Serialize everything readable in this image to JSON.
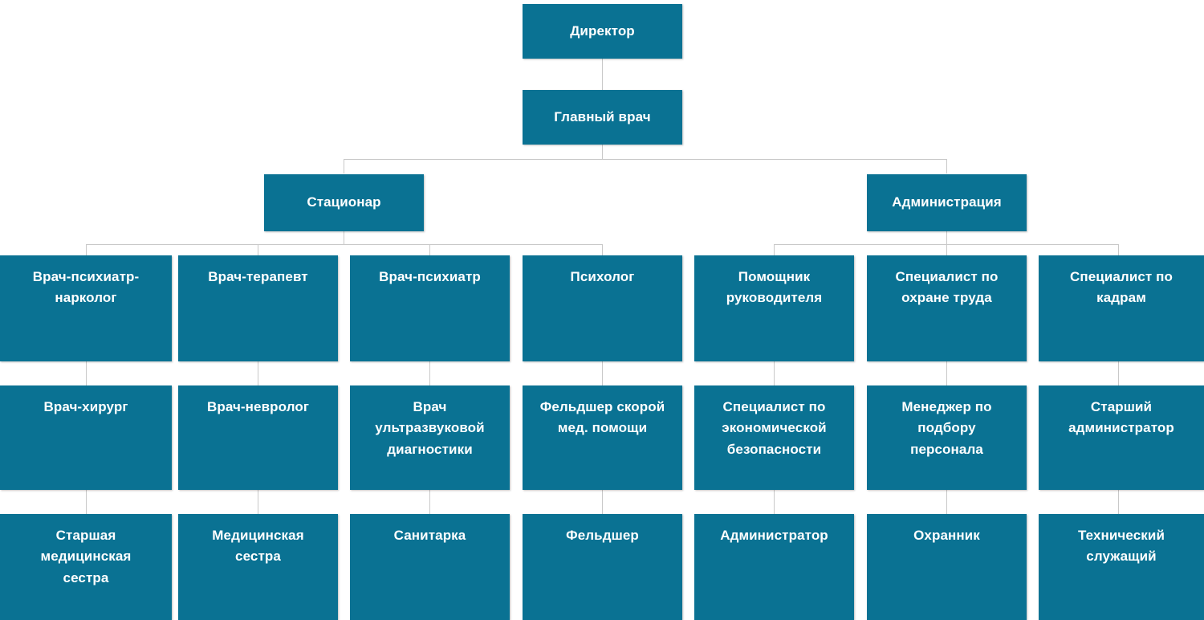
{
  "diagram": {
    "title_text": "",
    "type": "org-chart",
    "colors": {
      "node_fill": "#0a7293",
      "node_text": "#ffffff",
      "connector": "#c9c9c9",
      "background": "#ffffff"
    },
    "nodes": {
      "director": {
        "label": "Директор"
      },
      "chief_doctor": {
        "label": "Главный врач"
      },
      "stationary": {
        "label": "Стационар"
      },
      "administration": {
        "label": "Администрация"
      },
      "psychiatrist_narcologist": {
        "label": "Врач-психиатр-\nнарколог"
      },
      "therapist": {
        "label": "Врач-терапевт"
      },
      "psychiatrist": {
        "label": "Врач-психиатр"
      },
      "psychologist": {
        "label": "Психолог"
      },
      "assistant_manager": {
        "label": "Помощник\nруководителя"
      },
      "labor_safety_specialist": {
        "label": "Специалист по\nохране труда"
      },
      "hr_specialist": {
        "label": "Специалист по\nкадрам"
      },
      "surgeon": {
        "label": "Врач-хирург"
      },
      "neurologist": {
        "label": "Врач-невролог"
      },
      "ultrasound_doctor": {
        "label": "Врач\nультразвуковой\nдиагностики"
      },
      "emergency_paramedic": {
        "label": "Фельдшер скорой\nмед. помощи"
      },
      "economic_security_specialist": {
        "label": "Специалист по\nэкономической\nбезопасности"
      },
      "recruitment_manager": {
        "label": "Менеджер по\nподбору\nперсонала"
      },
      "senior_administrator": {
        "label": "Старший\nадминистратор"
      },
      "senior_nurse": {
        "label": "Старшая\nмедицинская\nсестра"
      },
      "nurse": {
        "label": "Медицинская\nсестра"
      },
      "orderly": {
        "label": "Санитарка"
      },
      "paramedic": {
        "label": "Фельдшер"
      },
      "administrator": {
        "label": "Администратор"
      },
      "security_guard": {
        "label": "Охранник"
      },
      "technical_staff": {
        "label": "Технический\nслужащий"
      }
    }
  }
}
